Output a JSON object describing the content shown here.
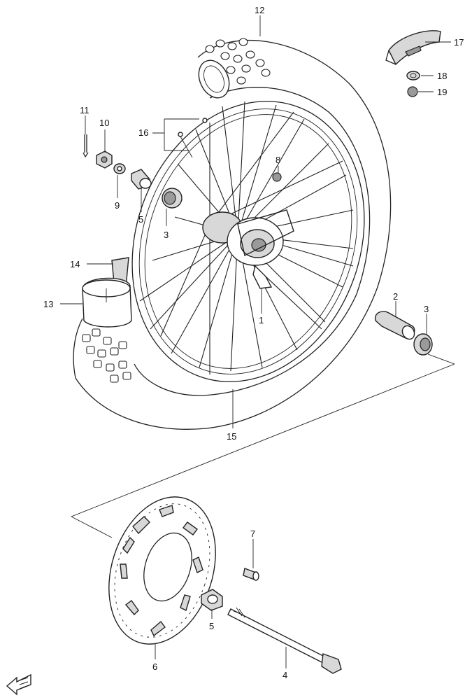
{
  "diagram": {
    "callouts": [
      {
        "id": "c12",
        "text": "12"
      },
      {
        "id": "c17",
        "text": "17"
      },
      {
        "id": "c18",
        "text": "18"
      },
      {
        "id": "c19",
        "text": "19"
      },
      {
        "id": "c11",
        "text": "11"
      },
      {
        "id": "c10",
        "text": "10"
      },
      {
        "id": "c16",
        "text": "16"
      },
      {
        "id": "c8",
        "text": "8"
      },
      {
        "id": "c9",
        "text": "9"
      },
      {
        "id": "c5a",
        "text": "5"
      },
      {
        "id": "c3a",
        "text": "3"
      },
      {
        "id": "c14",
        "text": "14"
      },
      {
        "id": "c13",
        "text": "13"
      },
      {
        "id": "c1",
        "text": "1"
      },
      {
        "id": "c2",
        "text": "2"
      },
      {
        "id": "c3b",
        "text": "3"
      },
      {
        "id": "c15",
        "text": "15"
      },
      {
        "id": "c7",
        "text": "7"
      },
      {
        "id": "c5b",
        "text": "5"
      },
      {
        "id": "c6",
        "text": "6"
      },
      {
        "id": "c4",
        "text": "4"
      }
    ],
    "fwd_icon": "fwd-arrow-icon"
  }
}
